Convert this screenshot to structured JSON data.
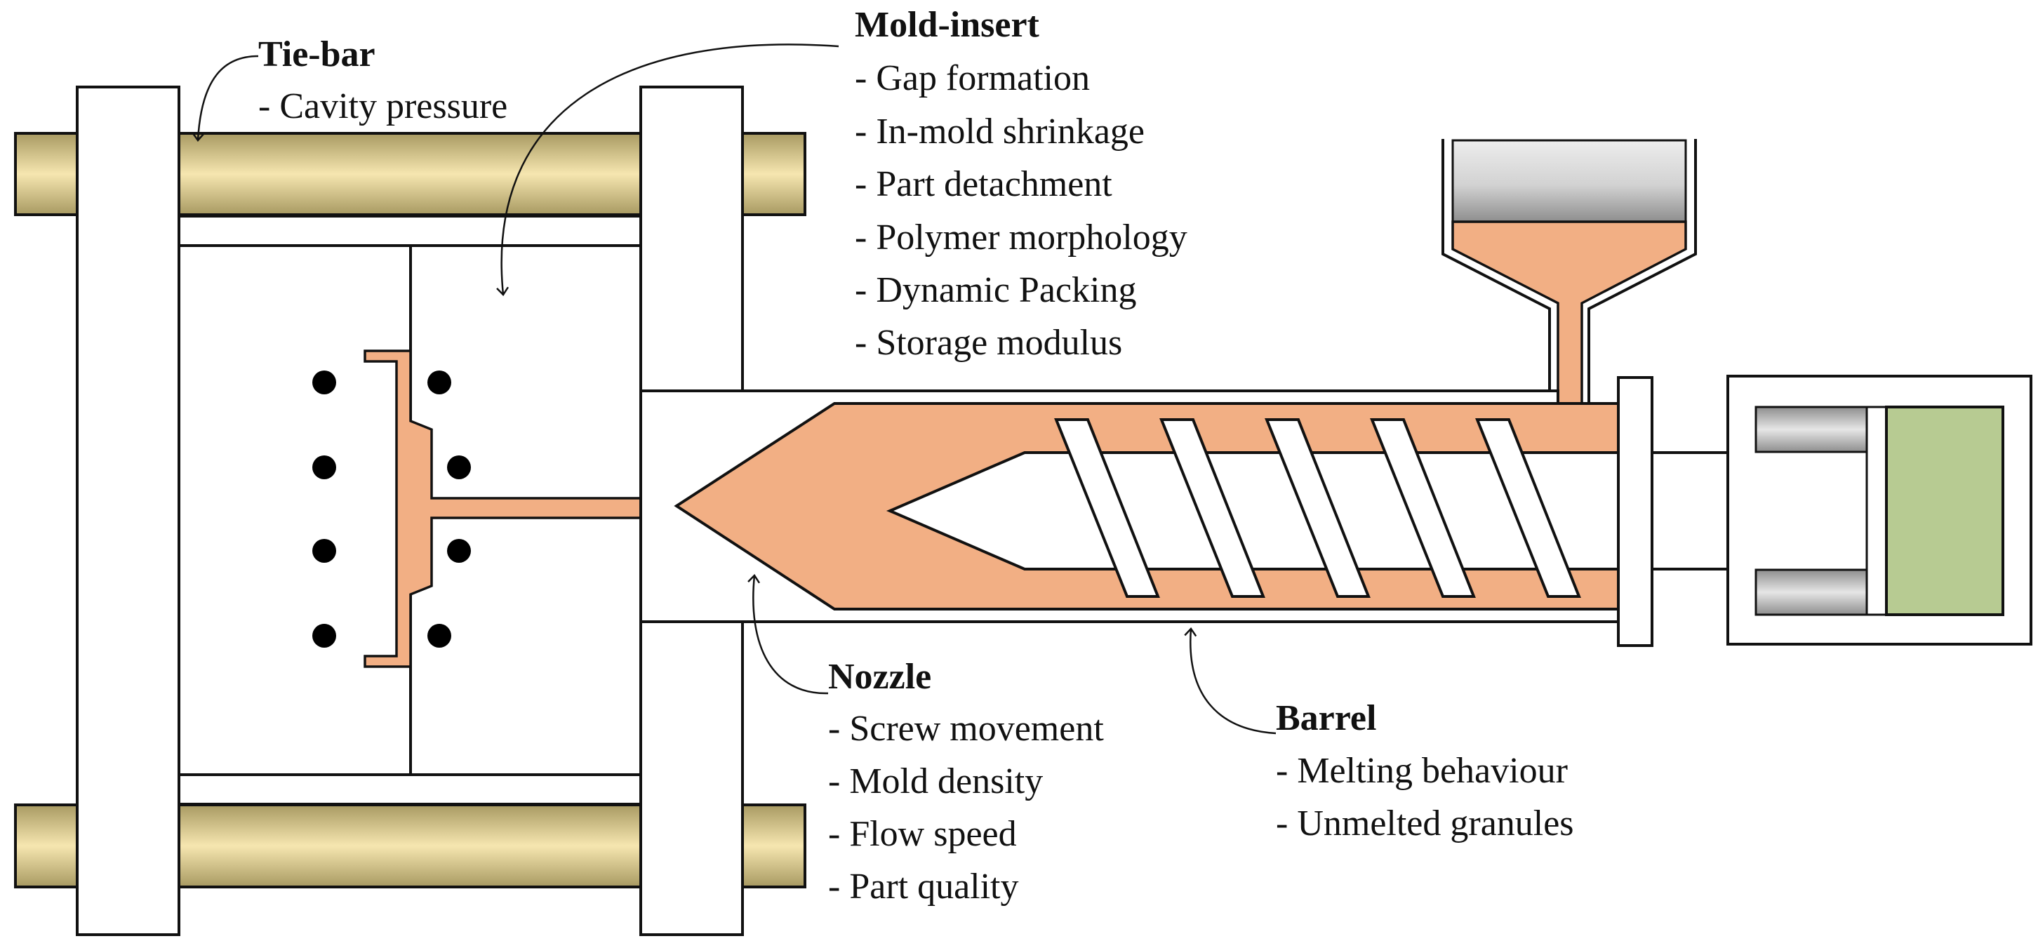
{
  "labels": {
    "tie_bar": {
      "title": "Tie-bar",
      "items": [
        "- Cavity pressure"
      ]
    },
    "mold_insert": {
      "title": "Mold-insert",
      "items": [
        "- Gap formation",
        "- In-mold shrinkage",
        "- Part detachment",
        "- Polymer morphology",
        "- Dynamic Packing",
        "- Storage modulus"
      ]
    },
    "nozzle": {
      "title": "Nozzle",
      "items": [
        "- Screw movement",
        "- Mold density",
        "- Flow speed",
        "- Part quality"
      ]
    },
    "barrel": {
      "title": "Barrel",
      "items": [
        "- Melting behaviour",
        "- Unmelted granules"
      ]
    }
  },
  "colors": {
    "melt": "#F2AF84",
    "tie_bar_edge": "#A89A62",
    "tie_bar_center": "#F6E6B0",
    "motor_green": "#B7CB92",
    "gray_dark": "#8E8E8E",
    "gray_light": "#EDEDED",
    "outline": "#111111"
  }
}
